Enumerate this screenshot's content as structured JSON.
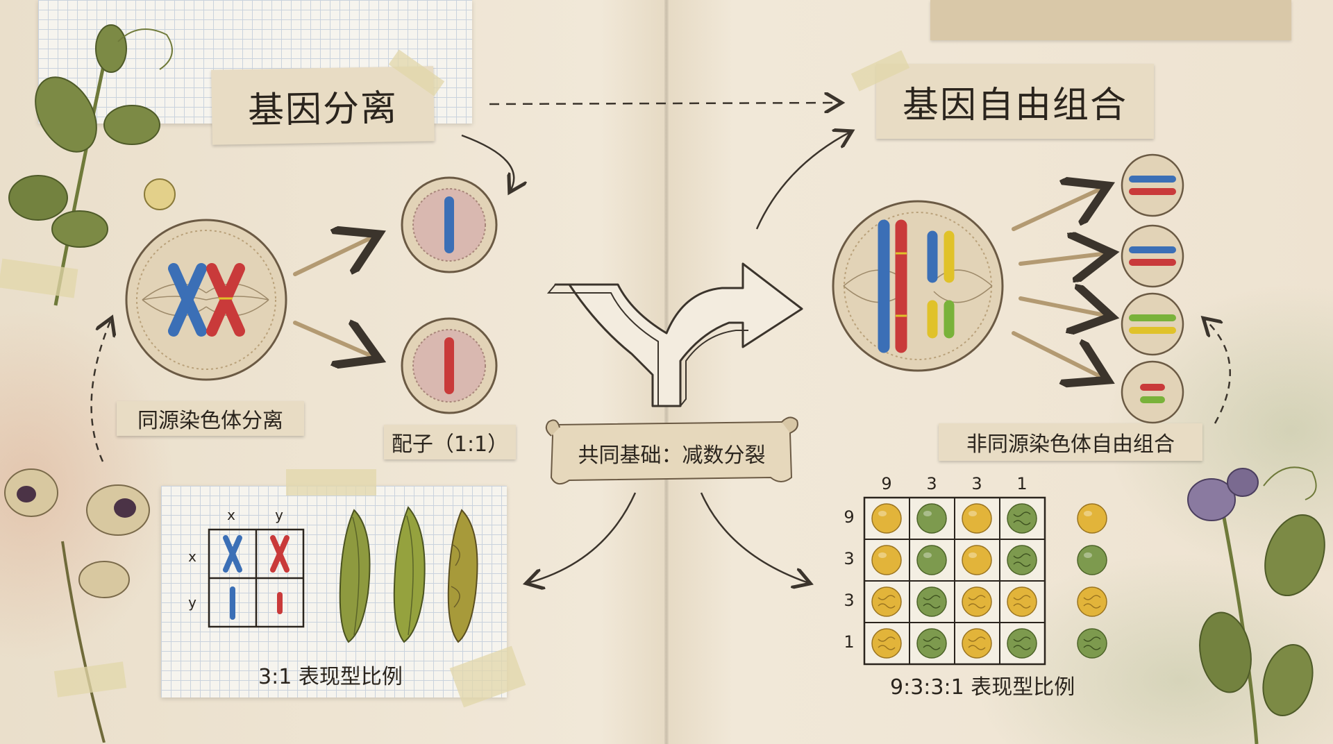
{
  "titles": {
    "segregation": "基因分离",
    "independent_assortment": "基因自由组合"
  },
  "labels": {
    "homologous_separation": "同源染色体分离",
    "gametes": "配子（1:1）",
    "common_basis": "共同基础：减数分裂",
    "nonhomologous_assortment": "非同源染色体自由组合",
    "ratio_left": "3:1 表现型比例",
    "ratio_right": "9:3:3:1 表现型比例"
  },
  "punnett_left": {
    "col_headers": [
      "x",
      "y"
    ],
    "row_headers": [
      "x",
      "y"
    ]
  },
  "punnett_right": {
    "col_headers": [
      "9",
      "3",
      "3",
      "1"
    ],
    "row_headers": [
      "9",
      "3",
      "3",
      "1"
    ],
    "cells": [
      [
        "yellow-round",
        "green-round",
        "yellow-round",
        "green-wrinkled"
      ],
      [
        "yellow-round",
        "green-round",
        "yellow-round",
        "green-wrinkled"
      ],
      [
        "yellow-wrinkled",
        "green-wrinkled",
        "yellow-wrinkled",
        "yellow-wrinkled"
      ],
      [
        "yellow-wrinkled",
        "green-wrinkled",
        "yellow-wrinkled",
        "green-wrinkled"
      ]
    ],
    "legend": [
      "yellow-round",
      "green-round",
      "yellow-wrinkled",
      "green-wrinkled"
    ]
  },
  "colors": {
    "chromosome_blue": "#3b6fb6",
    "chromosome_red": "#c93a3a",
    "chromosome_yellow": "#e0c22a",
    "chromosome_green": "#79b23a",
    "pea_yellow": "#e2b43a",
    "pea_green": "#7d9a4e",
    "paper": "#efe5d3"
  }
}
